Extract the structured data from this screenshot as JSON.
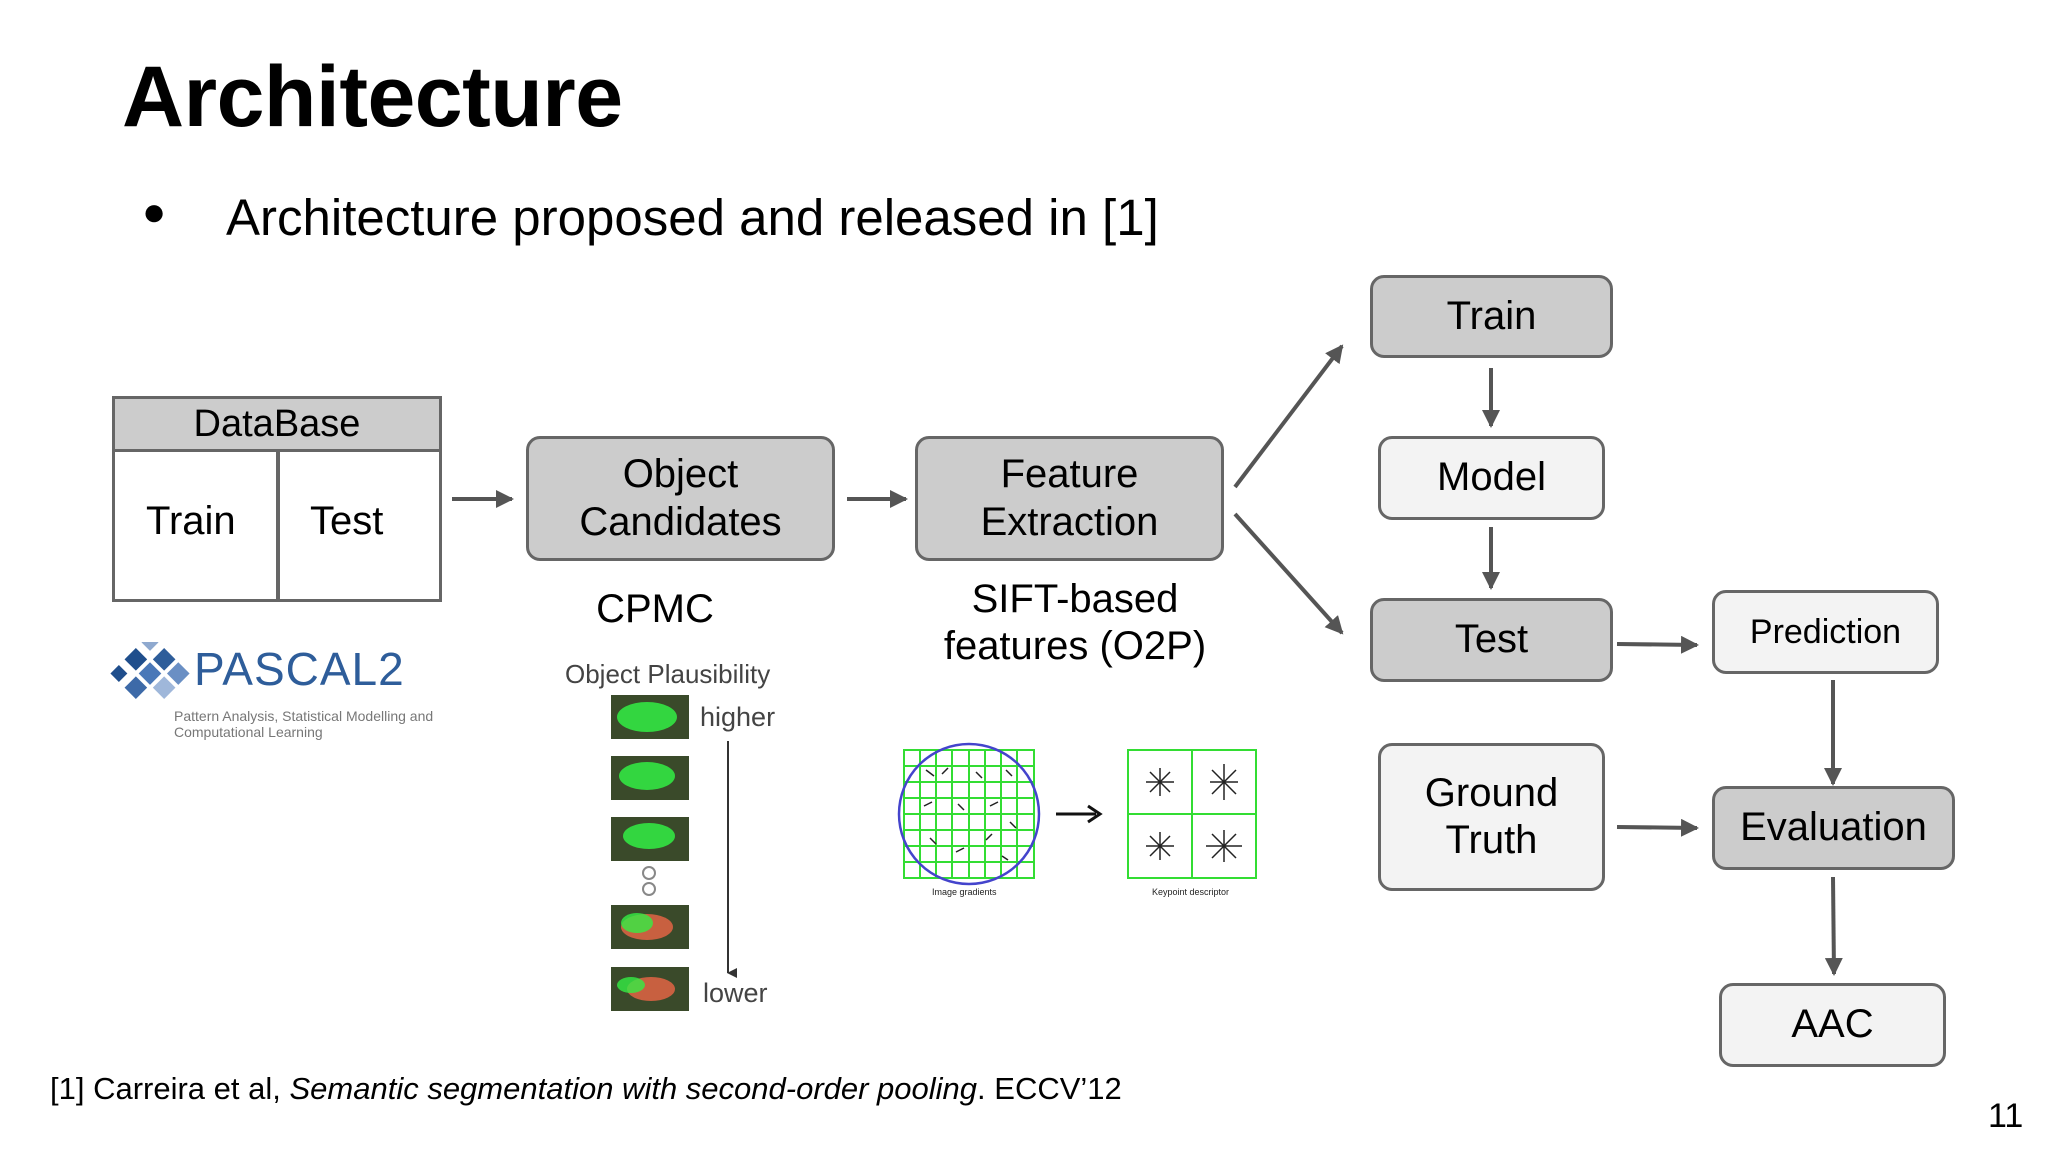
{
  "slide": {
    "title": "Architecture",
    "bullet": "Architecture proposed and released in [1]",
    "page_number": "11"
  },
  "database": {
    "header": "DataBase",
    "cells": [
      "Train",
      "Test"
    ]
  },
  "pipeline": {
    "object_candidates": "Object\nCandidates",
    "object_candidates_caption": "CPMC",
    "feature_extraction": "Feature\nExtraction",
    "feature_extraction_caption": "SIFT-based\nfeatures (O2P)"
  },
  "flow": {
    "train": "Train",
    "model": "Model",
    "test": "Test",
    "prediction": "Prediction",
    "ground_truth": "Ground\nTruth",
    "evaluation": "Evaluation",
    "aac": "AAC"
  },
  "pascal_logo": {
    "name": "PASCAL2",
    "tagline_1": "Pattern Analysis, Statistical Modelling and",
    "tagline_2": "Computational Learning"
  },
  "plausibility_figure": {
    "title": "Object Plausibility",
    "top_label": "higher",
    "bottom_label": "lower"
  },
  "sift_figure": {
    "left_caption": "Image gradients",
    "right_caption": "Keypoint descriptor"
  },
  "footer": {
    "ref": "[1] Carreira et al, ",
    "paper": "Semantic segmentation with second-order pooling",
    "venue": ". ECCV’12"
  },
  "colors": {
    "box_gray": "#cccccc",
    "box_light": "#f3f3f3",
    "border": "#666666",
    "arrow": "#555555",
    "logo_blue": "#2e5d9a",
    "logo_orange": "#d9542b",
    "sift_green": "#33dd33",
    "sift_circle": "#4444cc"
  }
}
